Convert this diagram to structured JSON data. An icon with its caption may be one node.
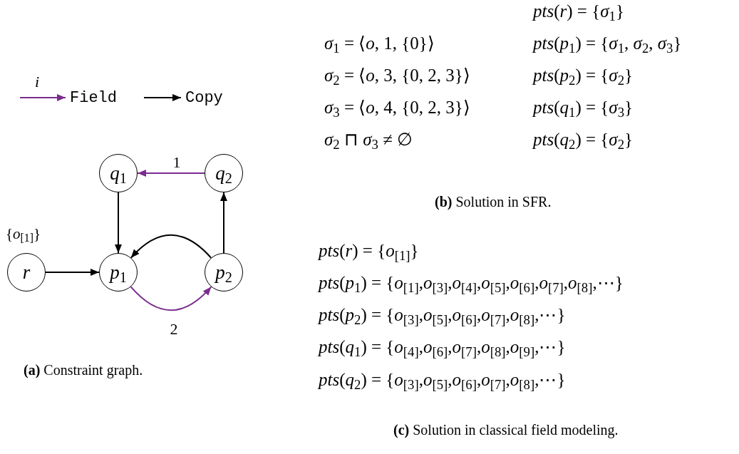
{
  "diagram": {
    "nodes": [
      {
        "text": [
          "*q*$_{1}$"
        ]
      },
      {
        "text": [
          "*q*$_{2}$"
        ]
      },
      {
        "text": [
          "*r*"
        ],
        "beside": [
          "{*o*$_{[1]}$}"
        ]
      },
      {
        "text": [
          "*p*$_{1}$"
        ]
      },
      {
        "text": [
          "*p*$_{2}$"
        ]
      }
    ],
    "edges": [
      {
        "from": 1,
        "to": 0,
        "arrow": "to",
        "label": "1",
        "color": "#7b2d8e"
      },
      {
        "from": 0,
        "to": 3,
        "arrow": "to"
      },
      {
        "from": 2,
        "to": 3,
        "arrow": "to"
      },
      {
        "from": 4,
        "to": 3,
        "arrow": "to"
      },
      {
        "from": 3,
        "to": 4,
        "arrow": "to",
        "label": "2",
        "color": "#7b2d8e"
      },
      {
        "from": 4,
        "to": 1,
        "arrow": "to"
      }
    ],
    "labels": [
      "*i*",
      "**(a)** Constraint graph.",
      "*pts*(*r*) = {*σ*$_{1}$}",
      "*σ*$_{1}$ = ⟨*o*, 1, {0}⟩",
      "*pts*(*p*$_{1}$) = {*σ*$_{1}$, *σ*$_{2}$, *σ*$_{3}$}",
      "*σ*$_{2}$ = ⟨*o*, 3, {0, 2, 3}⟩",
      "*pts*(*p*$_{2}$) = {*σ*$_{2}$}",
      "*σ*$_{3}$ = ⟨*o*, 4, {0, 2, 3}⟩",
      "*pts*(*q*$_{1}$) = {*σ*$_{3}$}",
      "*σ*$_{2}$ ⊓ *σ*$_{3}$ ≠ ∅",
      "*pts*(*q*$_{2}$) = {*σ*$_{2}$}",
      "**(b)** Solution in SFR.",
      "*pts*(*r*) = {*o*$_{[1]}$}",
      "*pts*(*p*$_{1}$) = {*o*$_{[1]}$,*o*$_{[3]}$,*o*$_{[4]}$,*o*$_{[5]}$,*o*$_{[6]}$,*o*$_{[7]}$,*o*$_{[8]}$,⋯}",
      "*pts*(*p*$_{2}$) = {*o*$_{[3]}$,*o*$_{[5]}$,*o*$_{[6]}$,*o*$_{[7]}$,*o*$_{[8]}$,⋯}",
      "*pts*(*q*$_{1}$) = {*o*$_{[4]}$,*o*$_{[6]}$,*o*$_{[7]}$,*o*$_{[8]}$,*o*$_{[9]}$,⋯}",
      "*pts*(*q*$_{2}$) = {*o*$_{[3]}$,*o*$_{[5]}$,*o*$_{[6]}$,*o*$_{[7]}$,*o*$_{[8]}$,⋯}",
      "**(c)** Solution in classical field modeling."
    ],
    "legend": [
      {
        "text": "Field"
      },
      {
        "text": "Copy"
      }
    ]
  }
}
